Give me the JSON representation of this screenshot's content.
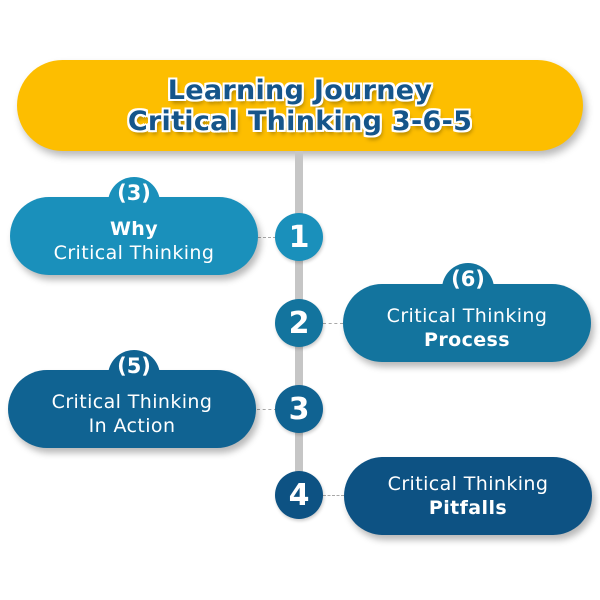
{
  "header": {
    "line1": "Learning Journey",
    "line2": "Critical Thinking 3-6-5",
    "color": "#fdbe00",
    "text_color": "#15558a"
  },
  "steps": [
    {
      "number": "1",
      "count": "(3)",
      "line1": "Why",
      "line2": "Critical Thinking",
      "color": "#1a90bb"
    },
    {
      "number": "2",
      "count": "(6)",
      "line1": "Critical Thinking",
      "line2": "Process",
      "color": "#13749e"
    },
    {
      "number": "3",
      "count": "(5)",
      "line1": "Critical Thinking",
      "line2": "In Action",
      "color": "#106392"
    },
    {
      "number": "4",
      "count": "",
      "line1": "Critical Thinking",
      "line2": "Pitfalls",
      "color": "#0d5283"
    }
  ],
  "spine_color": "#c6c6c6"
}
